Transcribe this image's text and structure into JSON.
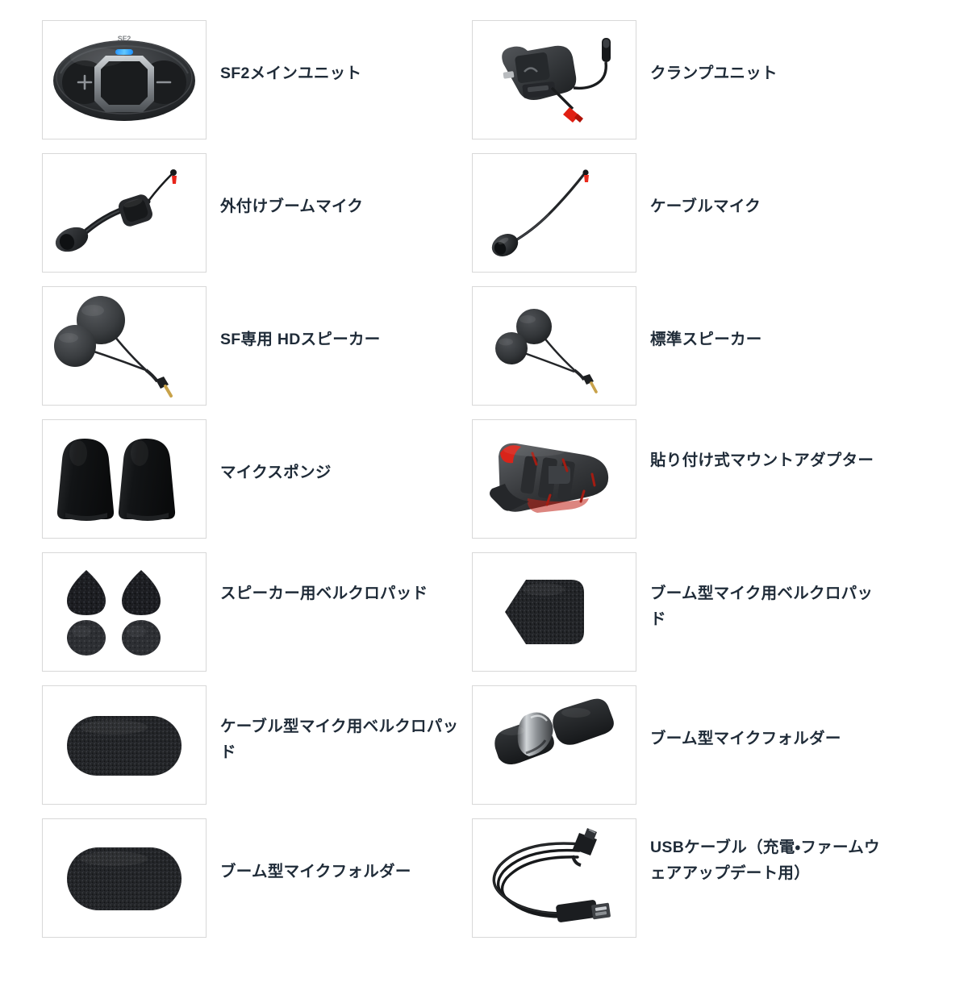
{
  "page": {
    "title": "SF2 アクセサリー一覧",
    "background_color": "#ffffff",
    "text_color": "#1f2b38",
    "thumb_border_color": "#d8d8d8",
    "columns": 2,
    "rows": 7
  },
  "items": [
    {
      "index": 1,
      "label": "SF2メインユニット",
      "icon": "sf2-main-unit-image",
      "column": "left",
      "lines": 1
    },
    {
      "index": 2,
      "label": "クランプユニット",
      "icon": "clamp-unit-image",
      "column": "right",
      "lines": 1
    },
    {
      "index": 3,
      "label": "外付けブームマイク",
      "icon": "attachable-boom-microphone-image",
      "column": "left",
      "lines": 1
    },
    {
      "index": 4,
      "label": "ケーブルマイク",
      "icon": "wired-microphone-image",
      "column": "right",
      "lines": 1
    },
    {
      "index": 5,
      "label": "SF専用 HDスピーカー",
      "icon": "hd-speaker-image",
      "column": "left",
      "lines": 1
    },
    {
      "index": 6,
      "label": "標準スピーカー",
      "icon": "standard-speaker-image",
      "column": "right",
      "lines": 1
    },
    {
      "index": 7,
      "label": "マイクスポンジ",
      "icon": "microphone-sponge-image",
      "column": "left",
      "lines": 1
    },
    {
      "index": 8,
      "label": "貼り付け式マウントアダプター",
      "icon": "glued-surface-mounting-adapter-image",
      "column": "right",
      "lines": 2
    },
    {
      "index": 9,
      "label": "スピーカー用ベルクロパッド",
      "icon": "speaker-velcro-pad-image",
      "column": "left",
      "lines": 2
    },
    {
      "index": 10,
      "label": "ブーム型マイク用ベルクロパッド",
      "icon": "boom-microphone-velcro-pad-image",
      "column": "right",
      "lines": 2
    },
    {
      "index": 11,
      "label": "ケーブル型マイク用ベルクロパッド",
      "icon": "wired-microphone-velcro-pad-image",
      "column": "left",
      "lines": 2
    },
    {
      "index": 12,
      "label": "ブーム型マイクフォルダー",
      "icon": "boom-microphone-holder-image",
      "column": "right",
      "lines": 1
    },
    {
      "index": 13,
      "label": "ブーム型マイクフォルダー",
      "icon": "boom-microphone-holder-pad-image",
      "column": "left",
      "lines": 1
    },
    {
      "index": 14,
      "label": "USBケーブル（充電・ファームウェアアップデート用）",
      "icon": "usb-power-and-data-cable-image",
      "column": "right",
      "lines": 3
    }
  ]
}
